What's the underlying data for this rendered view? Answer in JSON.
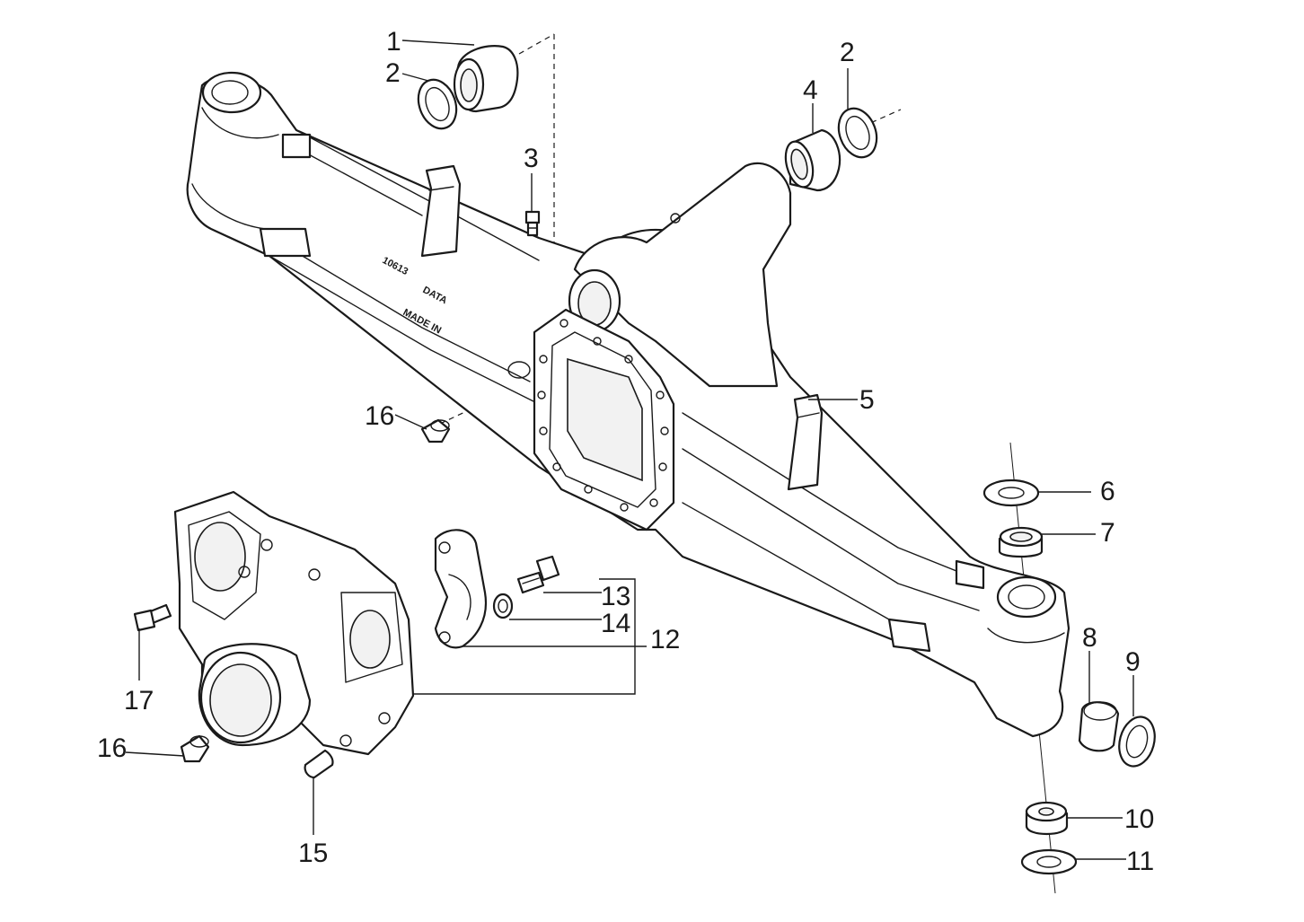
{
  "callouts": {
    "c1": "1",
    "c2a": "2",
    "c2b": "2",
    "c3": "3",
    "c4": "4",
    "c5": "5",
    "c6": "6",
    "c7": "7",
    "c8": "8",
    "c9": "9",
    "c10": "10",
    "c11": "11",
    "c12": "12",
    "c13": "13",
    "c14": "14",
    "c15": "15",
    "c16a": "16",
    "c16b": "16",
    "c17": "17"
  },
  "cast_marks": [
    "10613",
    "DATA",
    "MADE IN"
  ]
}
